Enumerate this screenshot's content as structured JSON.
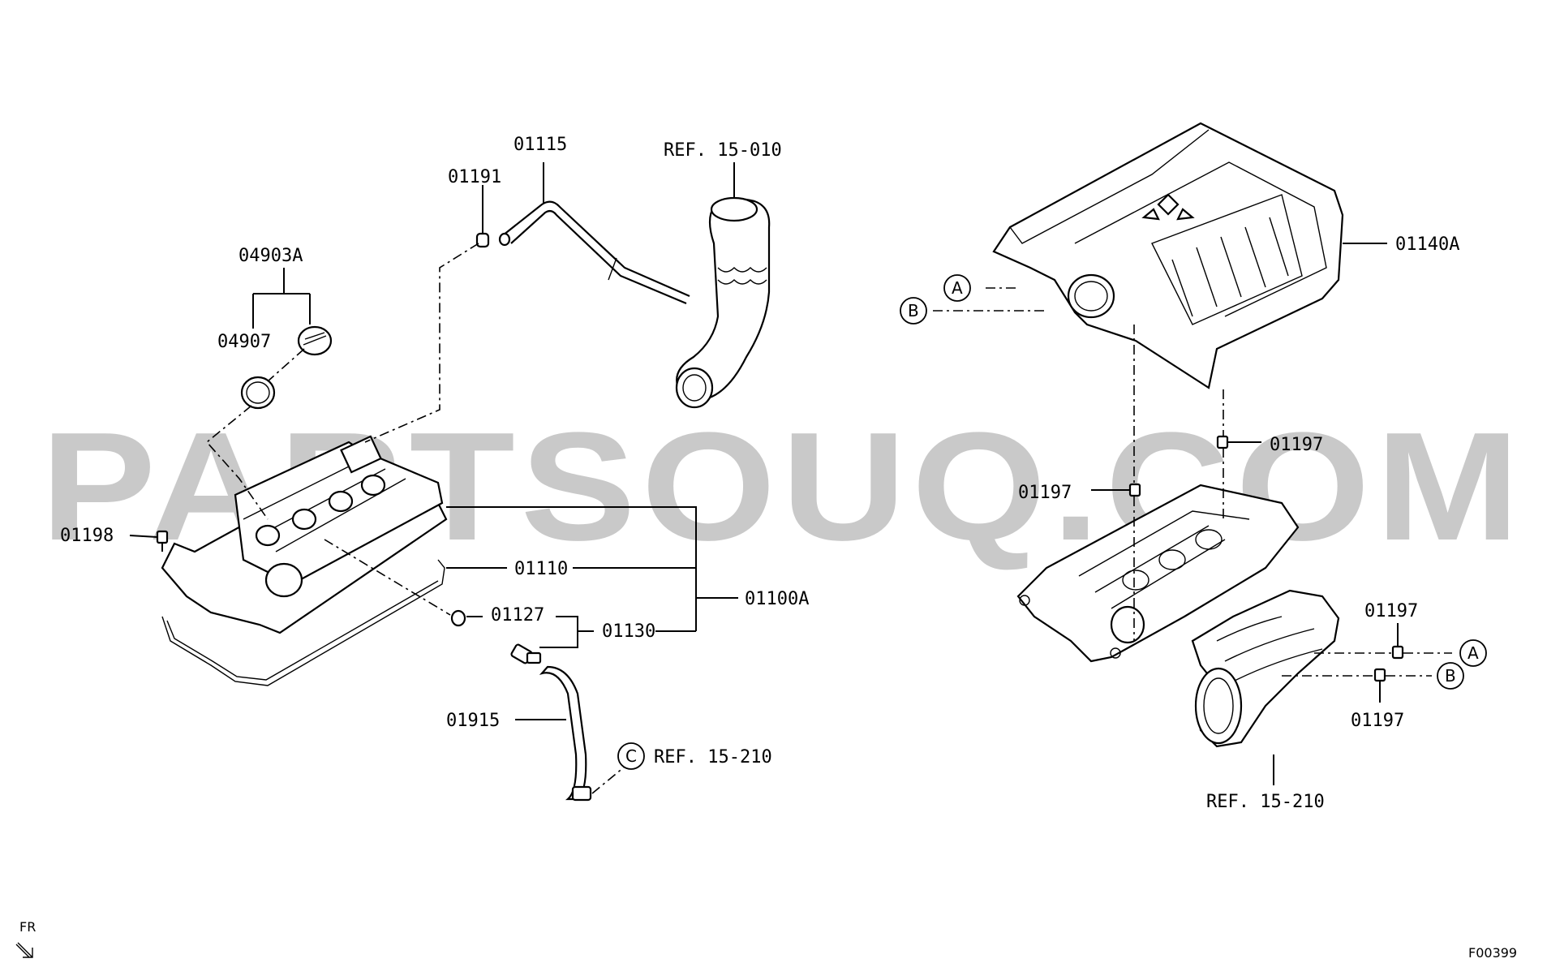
{
  "watermark": "PARTSOUQ.COM",
  "diagram_code": "F00399",
  "orientation_mark": "FR",
  "part_labels": {
    "p01115": "01115",
    "p01191": "01191",
    "p04903A": "04903A",
    "p04907": "04907",
    "p01198": "01198",
    "p01110": "01110",
    "p01127": "01127",
    "p01130": "01130",
    "p01100A": "01100A",
    "p01915": "01915",
    "p01140A": "01140A",
    "p01197_a": "01197",
    "p01197_b": "01197",
    "p01197_c": "01197",
    "p01197_d": "01197"
  },
  "references": {
    "ref_air_hose": "REF. 15-010",
    "ref_c": "REF. 15-210",
    "ref_manifold": "REF. 15-210"
  },
  "callouts": {
    "a1": "A",
    "b1": "B",
    "c1": "C",
    "a2": "A",
    "b2": "B"
  }
}
